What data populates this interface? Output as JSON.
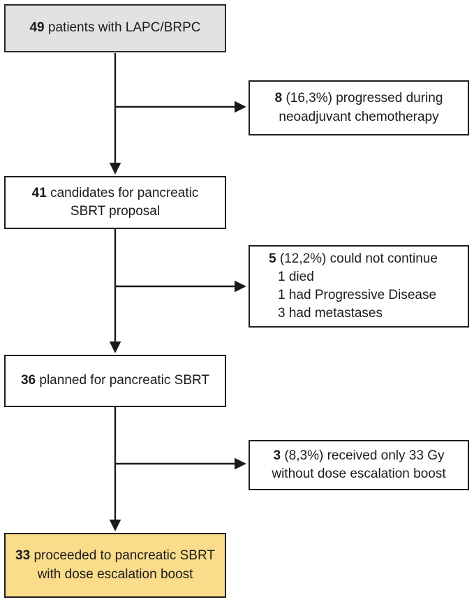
{
  "flow": {
    "box1": {
      "number": "49",
      "text": "patients with LAPC/BRPC"
    },
    "side1": {
      "number": "8",
      "text": "(16,3%) progressed during neoadjuvant chemotherapy"
    },
    "box2": {
      "number": "41",
      "text": "candidates for pancreatic SBRT proposal"
    },
    "side2": {
      "number": "5",
      "text": "(12,2%) could not continue",
      "items": [
        "1 died",
        "1 had Progressive Disease",
        "3 had metastases"
      ]
    },
    "box3": {
      "number": "36",
      "text": "planned for pancreatic SBRT"
    },
    "side3": {
      "number": "3",
      "text": "(8,3%) received only 33 Gy without dose escalation boost"
    },
    "box4": {
      "number": "33",
      "text": "proceeded to pancreatic SBRT with dose escalation boost"
    }
  },
  "colors": {
    "start_box_bg": "#e2e2e2",
    "end_box_bg": "#fbdc8a",
    "default_box_bg": "#ffffff",
    "border": "#1f1f1f",
    "arrow": "#1a1a1a",
    "text": "#1c1c1c"
  }
}
